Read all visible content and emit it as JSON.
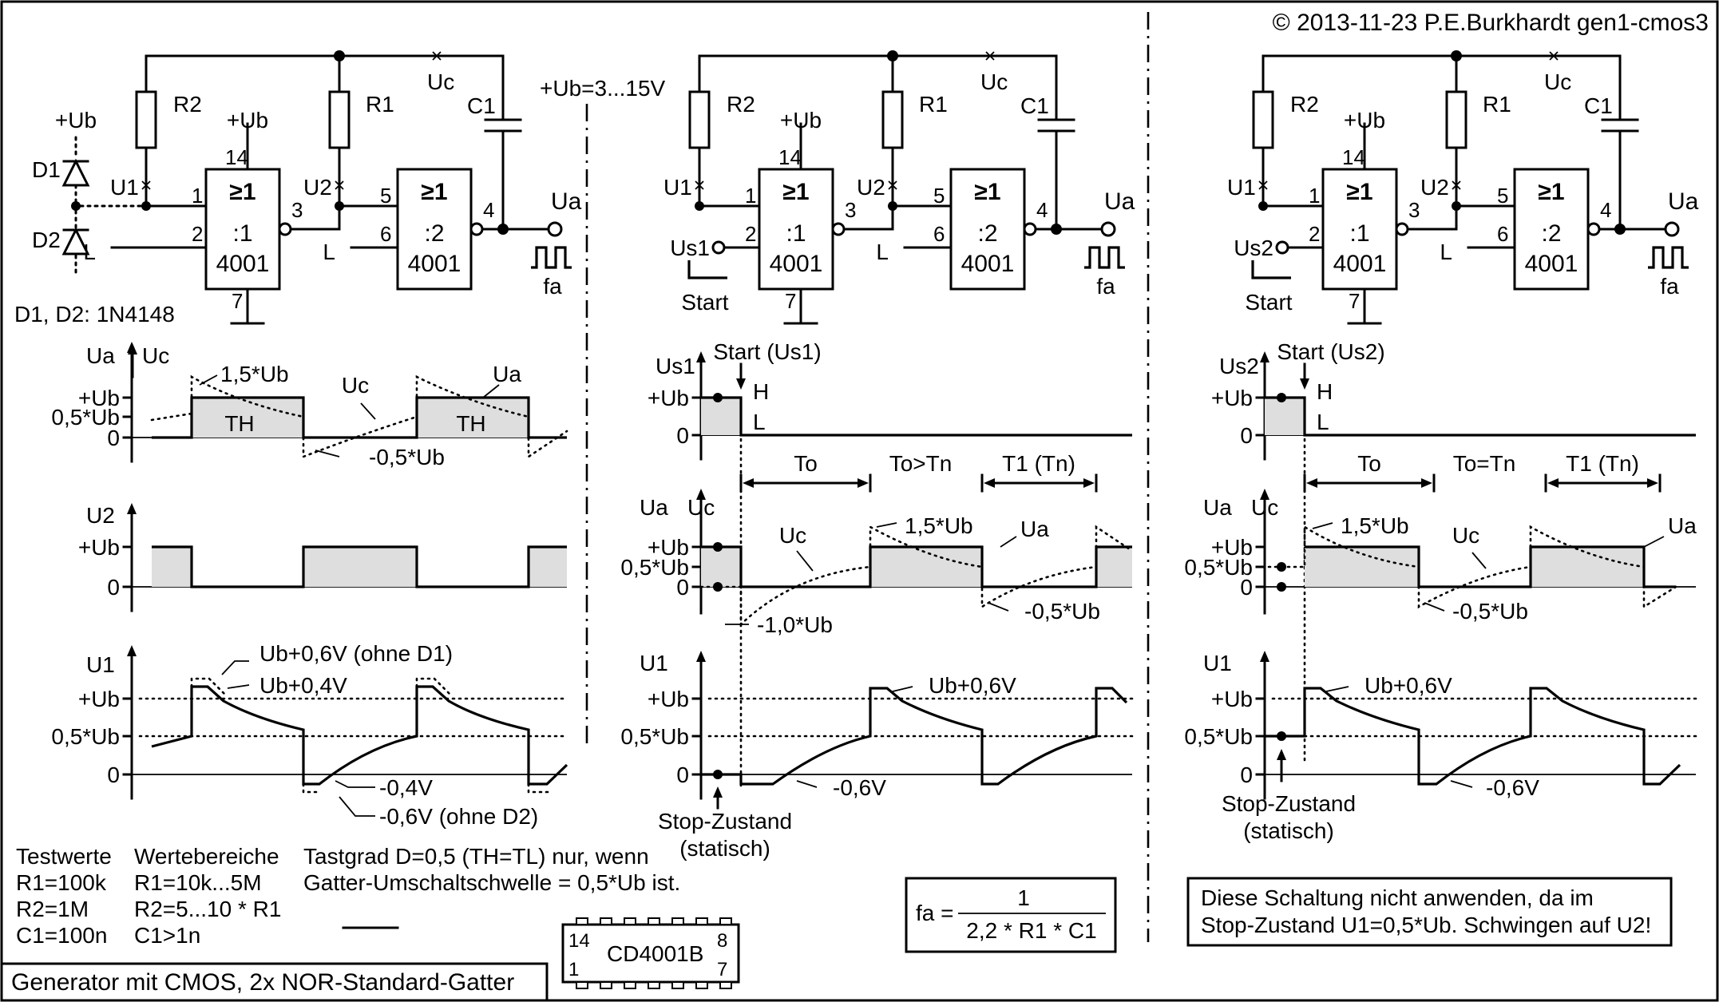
{
  "copyright": "© 2013-11-23 P.E.Burkhardt gen1-cmos3",
  "supply_label": "+Ub=3...15V",
  "title": "Generator mit CMOS, 2x NOR-Standard-Gatter",
  "labels": {
    "r2": "R2",
    "r1": "R1",
    "c1": "C1",
    "uc": "Uc",
    "u1": "U1",
    "u2": "U2",
    "ua": "Ua",
    "fa": "fa",
    "ub": "+Ub",
    "L": "L",
    "H": "H",
    "nor": "≥1",
    "g1": ":1",
    "g2": ":2",
    "ic": "4001",
    "pin1": "1",
    "pin2": "2",
    "pin3": "3",
    "pin4": "4",
    "pin5": "5",
    "pin6": "6",
    "pin7": "7",
    "pin14": "14",
    "d1": "D1",
    "d2": "D2",
    "diodes": "D1, D2: 1N4148",
    "us1": "Us1",
    "us2": "Us2",
    "start": "Start",
    "zero": "0",
    "plus_ub": "+Ub",
    "half_ub": "0,5*Ub",
    "th": "TH",
    "k15": "1,5*Ub",
    "km05": "-0,5*Ub",
    "km10": "-1,0*Ub",
    "ub06_ohne": "Ub+0,6V (ohne D1)",
    "ub04": "Ub+0,4V",
    "ub06": "Ub+0,6V",
    "m04": "-0,4V",
    "m06_ohne": "-0,6V (ohne D2)",
    "m06": "-0,6V",
    "start_us1": "Start (Us1)",
    "start_us2": "Start (Us2)",
    "to": "To",
    "to_gt": "To>Tn",
    "to_eq": "To=Tn",
    "t1": "T1 (Tn)",
    "stop": "Stop-Zustand",
    "statisch": "(statisch)"
  },
  "notes": {
    "testwerte": [
      "Testwerte",
      "R1=100k",
      "R2=1M",
      "C1=100n"
    ],
    "wertebereiche": [
      "Wertebereiche",
      "R1=10k...5M",
      "R2=5...10 * R1",
      "C1>1n"
    ],
    "tastgrad": [
      "Tastgrad D=0,5 (TH=TL) nur, wenn",
      "Gatter-Umschaltschwelle = 0,5*Ub ist."
    ],
    "chip_name": "CD4001B",
    "chip_pins": [
      "14",
      "8",
      "1",
      "7"
    ],
    "formula_lhs": "fa =",
    "formula_num": "1",
    "formula_den": "2,2 * R1 * C1",
    "warning": [
      "Diese Schaltung nicht anwenden, da im",
      "Stop-Zustand U1=0,5*Ub. Schwingen auf U2!"
    ]
  }
}
